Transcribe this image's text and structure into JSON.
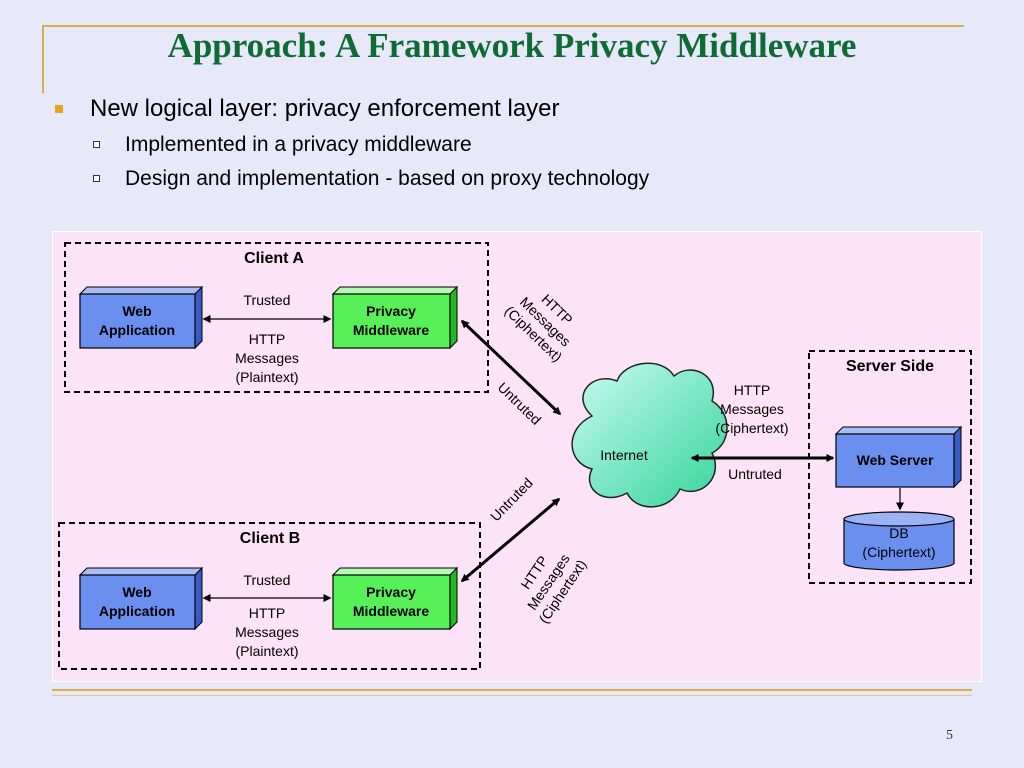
{
  "slide": {
    "title": "Approach: A Framework Privacy Middleware",
    "bullets": [
      {
        "text": "New logical layer: privacy enforcement layer",
        "sub": [
          "Implemented in a privacy middleware",
          "Design and implementation - based on proxy technology"
        ]
      }
    ],
    "page_number": "5"
  },
  "diagram": {
    "client_a": {
      "label": "Client A",
      "web_app": [
        "Web",
        "Application"
      ],
      "middleware": [
        "Privacy",
        "Middleware"
      ],
      "link_top": "Trusted",
      "link_bottom": [
        "HTTP",
        "Messages",
        "(Plaintext)"
      ]
    },
    "client_b": {
      "label": "Client B",
      "web_app": [
        "Web",
        "Application"
      ],
      "middleware": [
        "Privacy",
        "Middleware"
      ],
      "link_top": "Trusted",
      "link_bottom": [
        "HTTP",
        "Messages",
        "(Plaintext)"
      ]
    },
    "server": {
      "label": "Server Side",
      "web_server": "Web Server",
      "db": [
        "DB",
        "(Ciphertext)"
      ]
    },
    "internet": "Internet",
    "link_a": {
      "messages": [
        "HTTP",
        "Messages",
        "(Ciphertext)"
      ],
      "status": "Untruted"
    },
    "link_b": {
      "messages": [
        "HTTP",
        "Messages",
        "(Ciphertext)"
      ],
      "status": "Untruted"
    },
    "link_server": {
      "messages": [
        "HTTP",
        "Messages",
        "(Ciphertext)"
      ],
      "status": "Untruted"
    },
    "colors": {
      "panel_bg": "#fde3f8",
      "blue_box": "#6b8fef",
      "green_box": "#58f058",
      "cloud_from": "#c9fbf2",
      "cloud_to": "#33d49a"
    }
  }
}
